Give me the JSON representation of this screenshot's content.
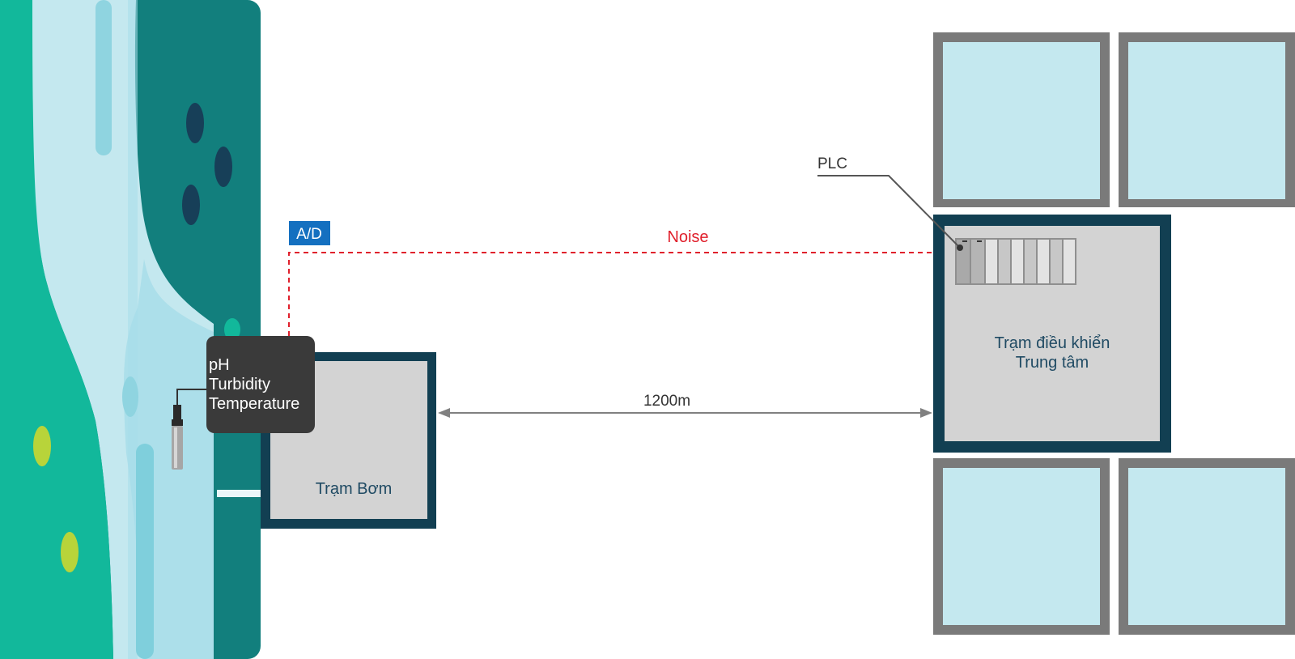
{
  "labels": {
    "ad_box": "A/D",
    "noise": "Noise",
    "plc": "PLC",
    "distance": "1200m",
    "sensor_line1": "pH",
    "sensor_line2": "Turbidity",
    "sensor_line3": "Temperature",
    "pump_station": "Trạm Bơm",
    "control_line1": "Trạm điều khiển",
    "control_line2": "Trung tâm"
  },
  "colors": {
    "river_dark": "#127f7d",
    "river_green": "#12b89b",
    "river_light": "#c4e8ef",
    "river_mid": "#a8dde9",
    "building_border": "#123f52",
    "building_fill": "#d3d3d3",
    "window_frame": "#7a7a7a",
    "window_fill": "#c4e8ef",
    "noise_red": "#e0202c",
    "ad_blue": "#1470c0",
    "sensor_box": "#3a3a3a",
    "station_text": "#1f4a63",
    "arrow_gray": "#808080",
    "rock_dark": "#173f58",
    "leaf_yellow": "#b8d43a"
  },
  "icons": [
    "water-sensor-probe-icon",
    "plc-rack-icon"
  ]
}
